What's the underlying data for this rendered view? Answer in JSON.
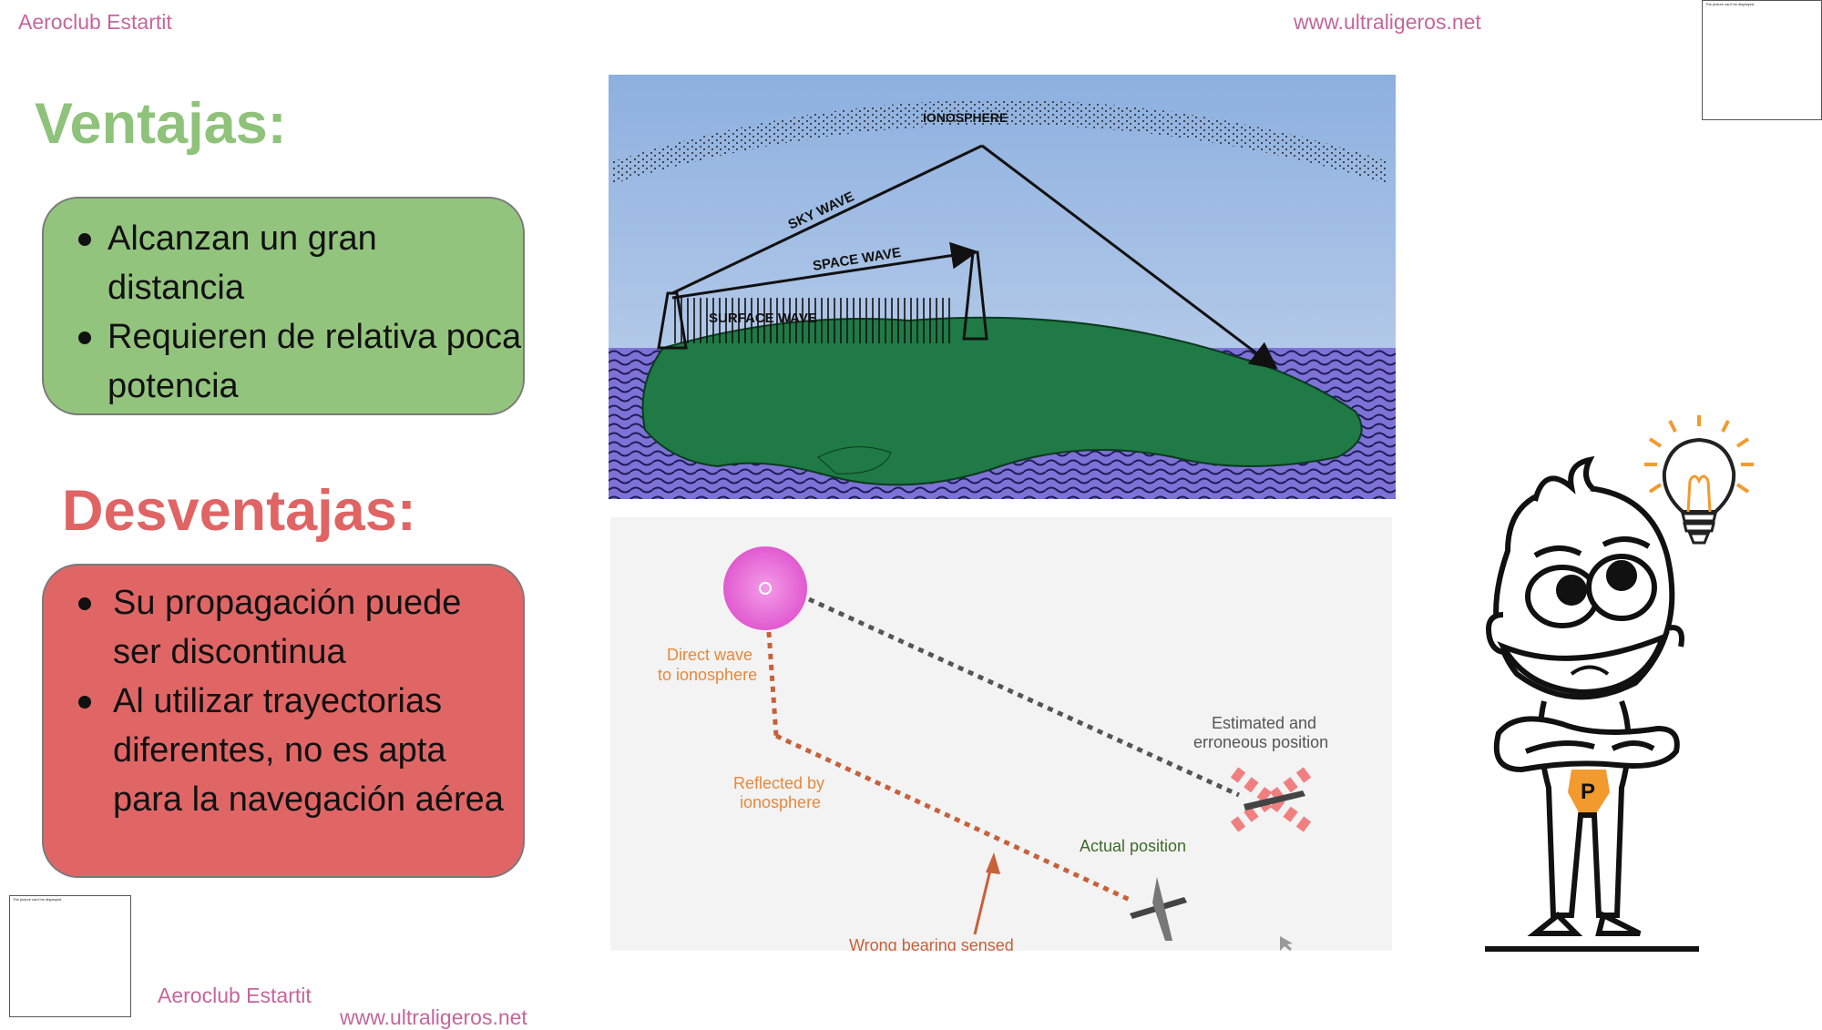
{
  "header": {
    "club": "Aeroclub Estartit",
    "url": "www.ultraligeros.net"
  },
  "footer": {
    "club": "Aeroclub Estartit",
    "url": "www.ultraligeros.net"
  },
  "placeholder_frame_caption": "The picture can't be displayed.",
  "ventajas": {
    "title": "Ventajas:",
    "items": [
      "Alcanzan un gran distancia",
      "Requieren de relativa poca potencia"
    ]
  },
  "desventajas": {
    "title": "Desventajas:",
    "items": [
      "Su propagación puede ser discontinua",
      "Al utilizar trayectorias diferentes, no es apta para la navegación aérea"
    ]
  },
  "diagram_waves": {
    "ionosphere": "IONOSPHERE",
    "sky_wave": "SKY WAVE",
    "space_wave": "SPACE WAVE",
    "surface_wave": "SURFACE WAVE"
  },
  "diagram_nav": {
    "direct_wave": "Direct wave",
    "to_ionosphere": "to ionosphere",
    "reflected_by": "Reflected by",
    "ionosphere": "ionosphere",
    "estimated": "Estimated and",
    "erroneous": "erroneous position",
    "actual": "Actual position",
    "wrong": "Wrong bearing sensed"
  },
  "character": {
    "badge": "P"
  },
  "colors": {
    "header_text": "#c5659b",
    "ventajas_title": "#8fc27a",
    "ventajas_box": "#93c47d",
    "desventajas_title": "#e06464",
    "desventajas_box": "#e06666",
    "orange_label": "#e8883a",
    "bulb": "#f29a2e"
  }
}
